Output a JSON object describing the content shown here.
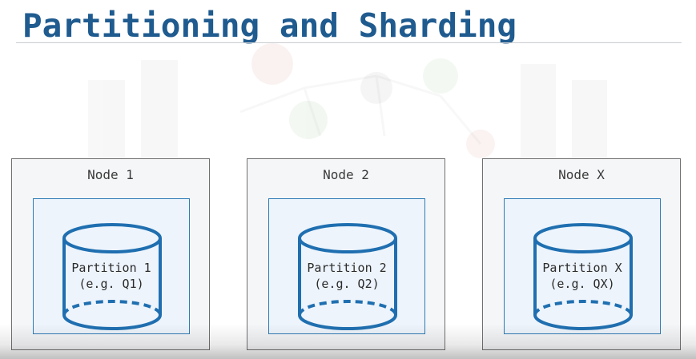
{
  "title": "Partitioning and Sharding",
  "colors": {
    "title": "#1f5b8f",
    "accent": "#1f6fb0"
  },
  "nodes": [
    {
      "label": "Node 1",
      "partition": "Partition 1",
      "example": "(e.g. Q1)"
    },
    {
      "label": "Node 2",
      "partition": "Partition 2",
      "example": "(e.g. Q2)"
    },
    {
      "label": "Node X",
      "partition": "Partition X",
      "example": "(e.g. QX)"
    }
  ]
}
